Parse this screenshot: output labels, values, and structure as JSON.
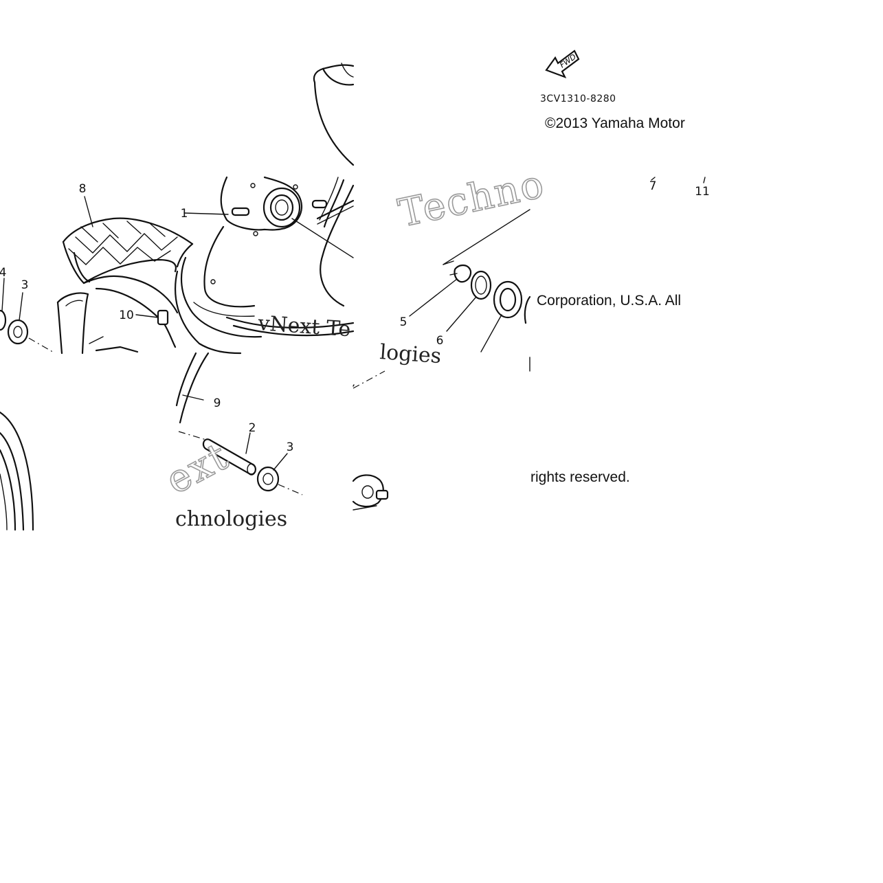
{
  "diagram": {
    "part_code": "3CV1310-8280",
    "copyright_parts": [
      "©2013 Yamaha Motor",
      "Corporation, U.S.A. All",
      "rights reserved."
    ],
    "direction_label": "FWD",
    "callouts": {
      "c1": "1",
      "c2": "2",
      "c3a": "3",
      "c3b": "3",
      "c4": "4",
      "c5": "5",
      "c6": "6",
      "c7": "7",
      "c8": "8",
      "c9": "9",
      "c10": "10",
      "c11": "11"
    },
    "watermark": {
      "w1": "Techno",
      "w2": "vNext Te",
      "w3": "logies",
      "w4": "ext",
      "w5": "chnologies"
    }
  }
}
